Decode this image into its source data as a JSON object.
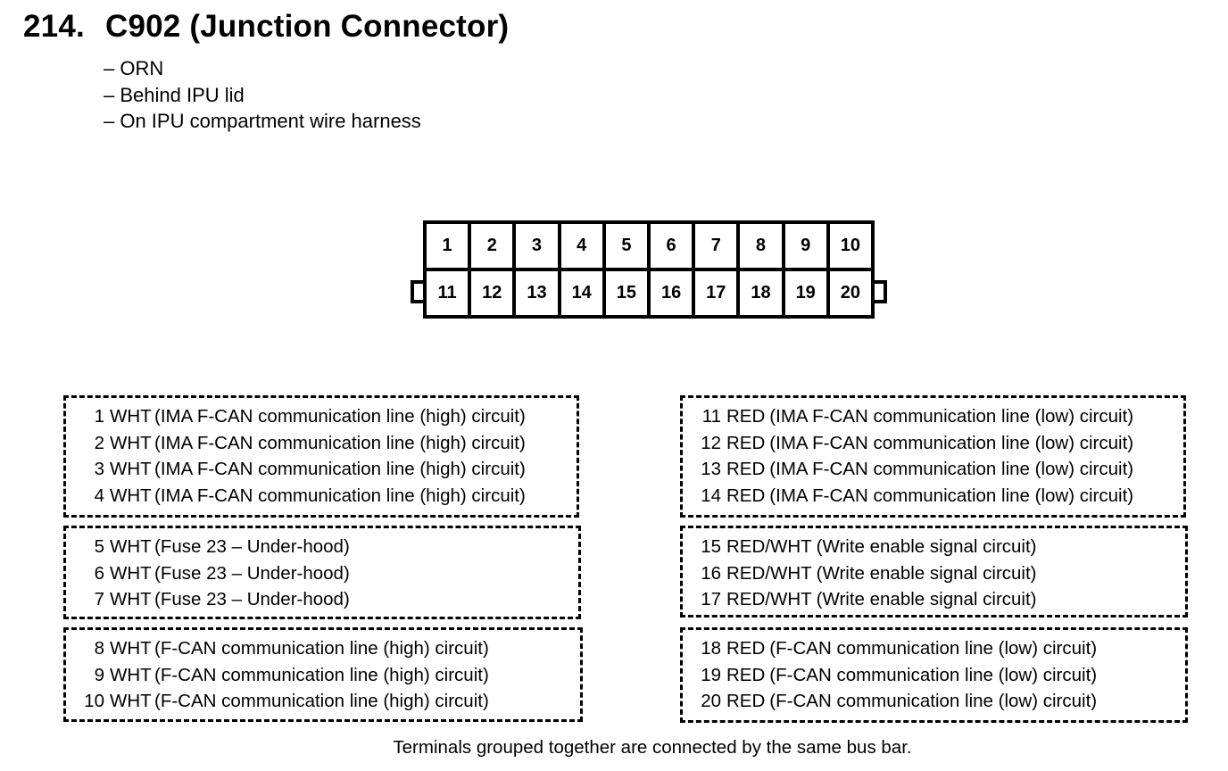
{
  "title": {
    "number": "214.",
    "text": "C902 (Junction Connector)"
  },
  "notes": [
    "– ORN",
    "– Behind IPU lid",
    "– On IPU compartment wire harness"
  ],
  "connector": {
    "pins_top": [
      "1",
      "2",
      "3",
      "4",
      "5",
      "6",
      "7",
      "8",
      "9",
      "10"
    ],
    "pins_bottom": [
      "11",
      "12",
      "13",
      "14",
      "15",
      "16",
      "17",
      "18",
      "19",
      "20"
    ]
  },
  "groups_left": [
    {
      "rows": [
        {
          "n": "1",
          "color": "WHT",
          "desc": "(IMA F-CAN communication line (high) circuit)"
        },
        {
          "n": "2",
          "color": "WHT",
          "desc": "(IMA F-CAN communication line (high) circuit)"
        },
        {
          "n": "3",
          "color": "WHT",
          "desc": "(IMA F-CAN communication line (high) circuit)"
        },
        {
          "n": "4",
          "color": "WHT",
          "desc": "(IMA F-CAN communication line (high) circuit)"
        }
      ]
    },
    {
      "rows": [
        {
          "n": "5",
          "color": "WHT",
          "desc": "(Fuse 23 – Under-hood)"
        },
        {
          "n": "6",
          "color": "WHT",
          "desc": "(Fuse 23 – Under-hood)"
        },
        {
          "n": "7",
          "color": "WHT",
          "desc": "(Fuse 23 – Under-hood)"
        }
      ]
    },
    {
      "rows": [
        {
          "n": "8",
          "color": "WHT",
          "desc": "(F-CAN communication line (high) circuit)"
        },
        {
          "n": "9",
          "color": "WHT",
          "desc": "(F-CAN communication line (high) circuit)"
        },
        {
          "n": "10",
          "color": "WHT",
          "desc": "(F-CAN communication line (high) circuit)"
        }
      ]
    }
  ],
  "groups_right": [
    {
      "rows": [
        {
          "n": "11",
          "color": "RED",
          "desc": "(IMA F-CAN communication line (low) circuit)"
        },
        {
          "n": "12",
          "color": "RED",
          "desc": "(IMA F-CAN communication line (low) circuit)"
        },
        {
          "n": "13",
          "color": "RED",
          "desc": "(IMA F-CAN communication line (low) circuit)"
        },
        {
          "n": "14",
          "color": "RED",
          "desc": "(IMA F-CAN communication line (low) circuit)"
        }
      ]
    },
    {
      "rows": [
        {
          "n": "15",
          "color": "RED/WHT",
          "desc": "(Write enable signal circuit)"
        },
        {
          "n": "16",
          "color": "RED/WHT",
          "desc": "(Write enable signal circuit)"
        },
        {
          "n": "17",
          "color": "RED/WHT",
          "desc": "(Write enable signal circuit)"
        }
      ]
    },
    {
      "rows": [
        {
          "n": "18",
          "color": "RED",
          "desc": "(F-CAN communication line (low) circuit)"
        },
        {
          "n": "19",
          "color": "RED",
          "desc": "(F-CAN communication line (low) circuit)"
        },
        {
          "n": "20",
          "color": "RED",
          "desc": "(F-CAN communication line (low) circuit)"
        }
      ]
    }
  ],
  "footer": "Terminals grouped together are connected by the same bus bar."
}
